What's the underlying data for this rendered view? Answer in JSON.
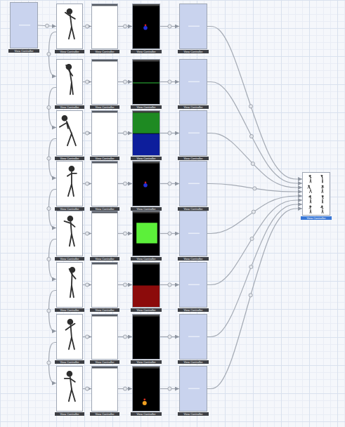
{
  "diagram": {
    "nodes": [
      {
        "text": [
          "View Controller"
        ]
      },
      {
        "text": [
          "View Controller"
        ]
      },
      {
        "text": [
          "View Controller"
        ]
      },
      {
        "text": [
          "View Controller"
        ]
      },
      {
        "text": [
          "View Controller"
        ]
      },
      {
        "text": [
          "View Controller"
        ]
      },
      {
        "text": [
          "View Controller"
        ]
      },
      {
        "text": [
          "View Controller"
        ]
      },
      {
        "text": [
          "View Controller"
        ]
      },
      {
        "text": [
          "View Controller"
        ]
      },
      {
        "text": [
          "View Controller"
        ]
      },
      {
        "text": [
          "View Controller"
        ]
      },
      {
        "text": [
          "View Controller"
        ]
      },
      {
        "text": [
          "View Controller"
        ]
      },
      {
        "text": [
          "View Controller"
        ]
      },
      {
        "text": [
          "View Controller"
        ]
      },
      {
        "text": [
          "View Controller"
        ]
      },
      {
        "text": [
          "View Controller"
        ]
      },
      {
        "text": [
          "View Controller"
        ]
      },
      {
        "text": [
          "View Controller"
        ]
      },
      {
        "text": [
          "View Controller"
        ]
      },
      {
        "text": [
          "View Controller"
        ]
      },
      {
        "text": [
          "View Controller"
        ]
      },
      {
        "text": [
          "View Controller"
        ]
      },
      {
        "text": [
          "View Controller"
        ]
      },
      {
        "text": [
          "View Controller"
        ]
      },
      {
        "text": [
          "View Controller"
        ]
      },
      {
        "text": [
          "View Controller"
        ]
      },
      {
        "text": [
          "View Controller"
        ]
      },
      {
        "text": [
          "View Controller"
        ]
      },
      {
        "text": [
          "View Controller"
        ]
      },
      {
        "text": [
          "View Controller"
        ]
      },
      {
        "text": [
          "View Controller"
        ]
      },
      {
        "text": [
          "View Controller"
        ]
      }
    ],
    "edges": [
      {
        "from": 0,
        "to": 1,
        "arrow": "to"
      },
      {
        "from": 1,
        "to": 2,
        "arrow": "to"
      },
      {
        "from": 2,
        "to": 3,
        "arrow": "to"
      },
      {
        "from": 3,
        "to": 4,
        "arrow": "to"
      },
      {
        "from": 5,
        "to": 6,
        "arrow": "to"
      },
      {
        "from": 6,
        "to": 7,
        "arrow": "to"
      },
      {
        "from": 7,
        "to": 8,
        "arrow": "to"
      },
      {
        "from": 9,
        "to": 10,
        "arrow": "to"
      },
      {
        "from": 10,
        "to": 11,
        "arrow": "to"
      },
      {
        "from": 11,
        "to": 12,
        "arrow": "to"
      },
      {
        "from": 13,
        "to": 14,
        "arrow": "to"
      },
      {
        "from": 14,
        "to": 15,
        "arrow": "to"
      },
      {
        "from": 15,
        "to": 16,
        "arrow": "to"
      },
      {
        "from": 17,
        "to": 18,
        "arrow": "to"
      },
      {
        "from": 18,
        "to": 19,
        "arrow": "to"
      },
      {
        "from": 19,
        "to": 20,
        "arrow": "to"
      },
      {
        "from": 21,
        "to": 22,
        "arrow": "to"
      },
      {
        "from": 22,
        "to": 23,
        "arrow": "to"
      },
      {
        "from": 23,
        "to": 24,
        "arrow": "to"
      },
      {
        "from": 25,
        "to": 26,
        "arrow": "to"
      },
      {
        "from": 26,
        "to": 27,
        "arrow": "to"
      },
      {
        "from": 27,
        "to": 28,
        "arrow": "to"
      },
      {
        "from": 29,
        "to": 30,
        "arrow": "to"
      },
      {
        "from": 30,
        "to": 31,
        "arrow": "to"
      },
      {
        "from": 31,
        "to": 32,
        "arrow": "to"
      },
      {
        "from": 4,
        "to": 33,
        "arrow": "to"
      },
      {
        "from": 8,
        "to": 33,
        "arrow": "to"
      },
      {
        "from": 12,
        "to": 33,
        "arrow": "to"
      },
      {
        "from": 16,
        "to": 33,
        "arrow": "to"
      },
      {
        "from": 20,
        "to": 33,
        "arrow": "to"
      },
      {
        "from": 24,
        "to": 33,
        "arrow": "to"
      },
      {
        "from": 28,
        "to": 33,
        "arrow": "to"
      },
      {
        "from": 32,
        "to": 33,
        "arrow": "to"
      },
      {
        "from": 1,
        "to": 5,
        "arrow": "to"
      },
      {
        "from": 5,
        "to": 9,
        "arrow": "to"
      },
      {
        "from": 9,
        "to": 13,
        "arrow": "to"
      },
      {
        "from": 13,
        "to": 17,
        "arrow": "to"
      },
      {
        "from": 17,
        "to": 21,
        "arrow": "to"
      },
      {
        "from": 21,
        "to": 25,
        "arrow": "to"
      },
      {
        "from": 25,
        "to": 29,
        "arrow": "to"
      }
    ]
  }
}
